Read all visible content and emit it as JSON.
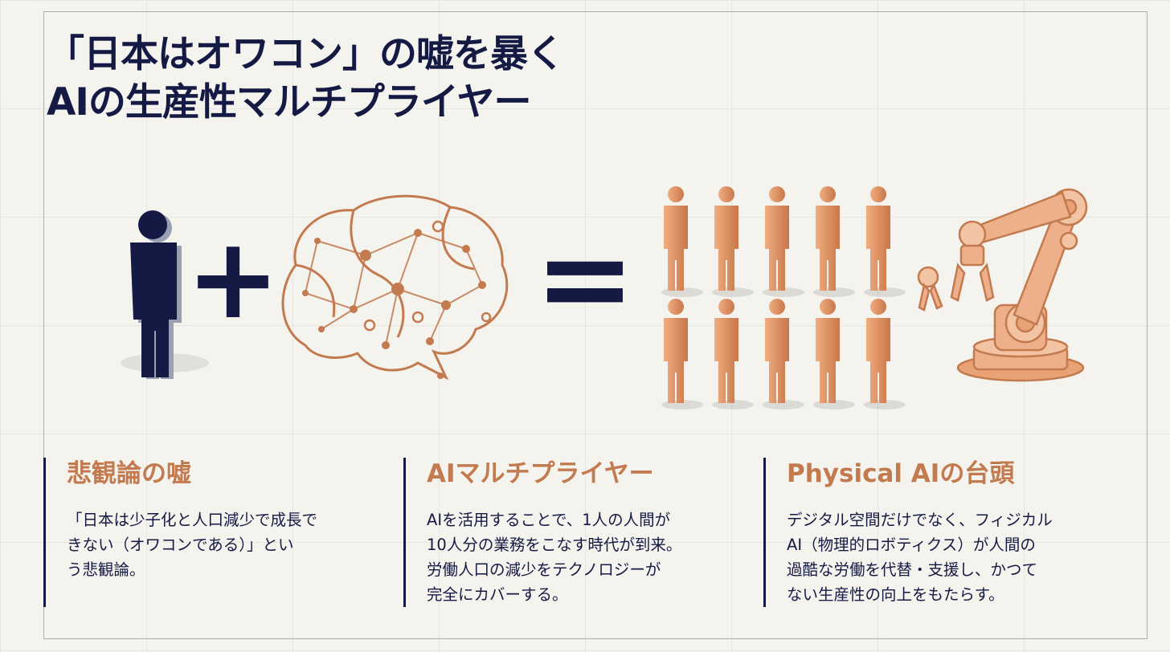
{
  "title": {
    "line1": "「日本はオワコン」の嘘を暴く",
    "line2": "AIの生産性マルチプライヤー"
  },
  "equation": {
    "plus": "+",
    "equals": "=",
    "icons": [
      "human-figure-icon",
      "neural-brain-icon",
      "workforce-crowd-icon",
      "robot-arm-icon"
    ],
    "colors": {
      "navy": "#151a44",
      "copper": "#c27a4e",
      "peach": "#e9a273"
    }
  },
  "columns": [
    {
      "heading": "悲観論の嘘",
      "lines": [
        "「日本は少子化と人口減少で成長で",
        "きない（オワコンである）」とい",
        "う悲観論。"
      ]
    },
    {
      "heading": "AIマルチプライヤー",
      "lines": [
        "AIを活用することで、1人の人間が",
        "10人分の業務をこなす時代が到来。",
        "労働人口の減少をテクノロジーが",
        "完全にカバーする。"
      ]
    },
    {
      "heading": "Physical AIの台頭",
      "lines": [
        "デジタル空間だけでなく、フィジカル",
        "AI（物理的ロボティクス）が人間の",
        "過酷な労働を代替・支援し、かつて",
        "ない生産性の向上をもたらす。"
      ]
    }
  ]
}
